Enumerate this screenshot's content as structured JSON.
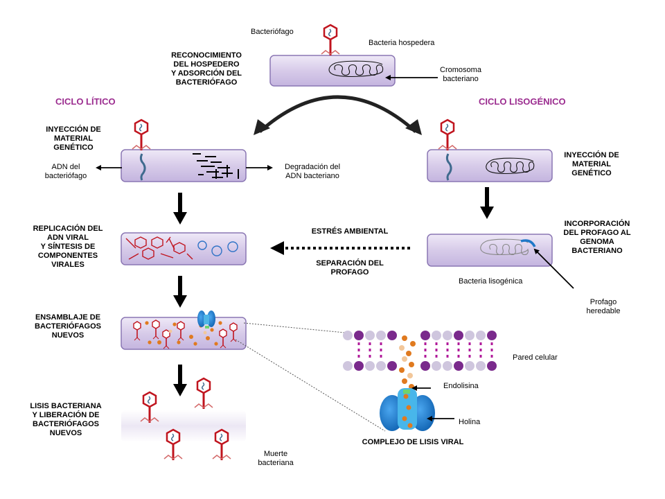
{
  "colors": {
    "cell_fill": "#d9cfe9",
    "cell_stroke": "#8a76b3",
    "phage_red": "#c0141e",
    "viral_dna_blue": "#3f6a8e",
    "lytic_lisogenic_heading": "#9b2c8f",
    "holin_blue": "#1f78c8",
    "endolysin_orange": "#e07a1f",
    "peptidoglycan_purple": "#7a2a8c",
    "peptidoglycan_light": "#cfc6de"
  },
  "top": {
    "phage_label": "Bacteriófago",
    "host_label": "Bacteria hospedera",
    "chromosome_label": "Cromosoma\nbacteriano",
    "recognition_label": "RECONOCIMIENTO\nDEL HOSPEDERO\nY ADSORCIÓN DEL\nBACTERIÓFAGO"
  },
  "lytic": {
    "heading": "CICLO LÍTICO",
    "injection_label": "INYECCIÓN DE\nMATERIAL\nGENÉTICO",
    "phage_dna_label": "ADN del\nbacteriófago",
    "degradation_label": "Degradación del\nADN bacteriano",
    "replication_label": "REPLICACIÓN DEL\nADN VIRAL\nY SÍNTESIS DE\nCOMPONENTES\nVIRALES",
    "assembly_label": "ENSAMBLAJE DE\nBACTERIÓFAGOS\nNUEVOS",
    "lysis_label": "LISIS BACTERIANA\nY LIBERACIÓN DE\nBACTERIÓFAGOS\nNUEVOS",
    "death_label": "Muerte\nbacteriana"
  },
  "lysogenic": {
    "heading": "CICLO LISOGÉNICO",
    "injection_label": "INYECCIÓN DE\nMATERIAL\nGENÉTICO",
    "incorporation_label": "INCORPORACIÓN\nDEL PROFAGO AL\nGENOMA\nBACTERIANO",
    "lysogenic_bacterium_label": "Bacteria lisogénica",
    "heritable_prophage_label": "Profago\nheredable"
  },
  "transition": {
    "stress_label": "ESTRÉS AMBIENTAL",
    "separation_label": "SEPARACIÓN DEL\nPROFAGO"
  },
  "lysis_complex": {
    "cell_wall_label": "Pared celular",
    "endolysin_label": "Endolisina",
    "holin_label": "Holina",
    "title": "COMPLEJO DE LISIS VIRAL"
  }
}
